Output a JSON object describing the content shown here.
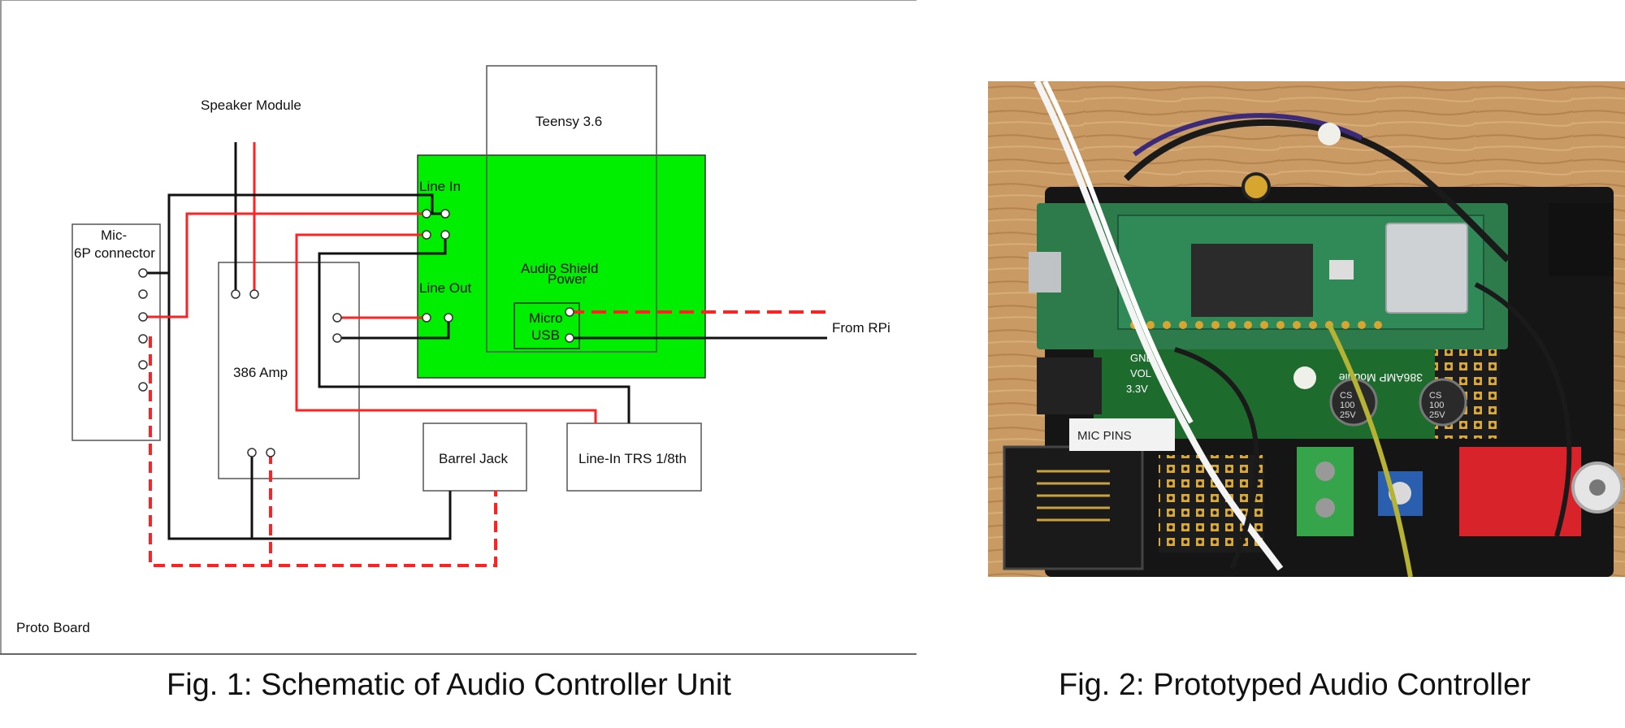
{
  "schematic": {
    "board_label": "Proto Board",
    "speaker_module": "Speaker Module",
    "teensy": "Teensy 3.6",
    "mic_line1": "Mic-",
    "mic_line2": "6P connector",
    "line_in": "Line In",
    "line_out": "Line Out",
    "audio_shield_line1": "Audio Shield",
    "audio_shield_line2": "Power",
    "micro_line1": "Micro",
    "micro_line2": "USB",
    "amp": "386 Amp",
    "barrel_jack": "Barrel Jack",
    "line_in_trs": "Line-In TRS 1/8th",
    "from_rpi": "From RPi",
    "colors": {
      "shield": "#00ee00",
      "red_wire": "#ff2222",
      "black_wire": "#111111",
      "box_stroke": "#555555"
    }
  },
  "photo": {
    "board_label": "386AMP Module",
    "pins_label": "MIC PINS",
    "gnd": "GND",
    "vol": "VOL",
    "v33": "3.3V",
    "cap_label1": "CS",
    "cap_label2": "100",
    "cap_label3": "25V"
  },
  "captions": {
    "fig1": "Fig. 1: Schematic of Audio Controller Unit",
    "fig2": "Fig. 2: Prototyped Audio Controller"
  }
}
